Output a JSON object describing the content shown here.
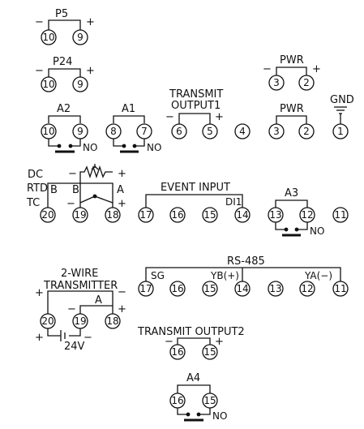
{
  "p5": {
    "title": "P5",
    "minus": "−",
    "plus": "+",
    "t1": "10",
    "t2": "9"
  },
  "p24": {
    "title": "P24",
    "minus": "−",
    "plus": "+",
    "t1": "10",
    "t2": "9"
  },
  "pwr_top": {
    "title": "PWR",
    "minus": "−",
    "plus": "+",
    "t1": "3",
    "t2": "2"
  },
  "a2": {
    "title": "A2",
    "t1": "10",
    "t2": "9",
    "no": "NO"
  },
  "a1": {
    "title": "A1",
    "t1": "8",
    "t2": "7",
    "no": "NO"
  },
  "transmit1": {
    "line1": "TRANSMIT",
    "line2": "OUTPUT1",
    "minus": "−",
    "plus": "+",
    "t1": "6",
    "t2": "5"
  },
  "term4": "4",
  "pwr_mid": {
    "title": "PWR",
    "t1": "3",
    "t2": "2"
  },
  "gnd": {
    "title": "GND",
    "t1": "1"
  },
  "input": {
    "dc": "DC",
    "rtd": "RTD",
    "tc": "TC",
    "b": "B",
    "b2": "B",
    "a": "A",
    "minus": "−",
    "plus": "+",
    "t20": "20",
    "t19": "19",
    "t18": "18"
  },
  "event": {
    "title": "EVENT INPUT",
    "di1": "DI1",
    "t17": "17",
    "t16": "16",
    "t15": "15",
    "t14": "14"
  },
  "a3": {
    "title": "A3",
    "t13": "13",
    "t12": "12",
    "t11": "11",
    "no": "NO"
  },
  "two_wire": {
    "line1": "2-WIRE",
    "line2": "TRANSMITTER",
    "a": "A",
    "minus": "−",
    "plus": "+",
    "voltage": "24V",
    "t20": "20",
    "t19": "19",
    "t18": "18"
  },
  "rs485": {
    "title": "RS-485",
    "sg": "SG",
    "yb": "YB(+)",
    "ya": "YA(−)",
    "t17": "17",
    "t16": "16",
    "t15": "15",
    "t14": "14",
    "t13": "13",
    "t12": "12",
    "t11": "11"
  },
  "transmit2": {
    "title": "TRANSMIT  OUTPUT2",
    "minus": "−",
    "plus": "+",
    "t1": "16",
    "t2": "15"
  },
  "a4": {
    "title": "A4",
    "t1": "16",
    "t2": "15",
    "no": "NO"
  }
}
